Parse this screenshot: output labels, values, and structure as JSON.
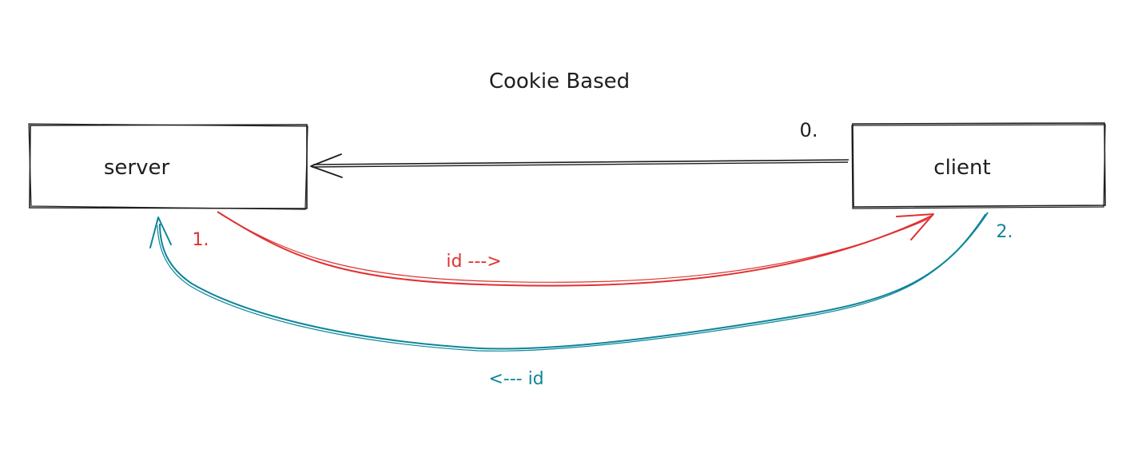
{
  "title": "Cookie Based",
  "nodes": {
    "server": {
      "label": "server"
    },
    "client": {
      "label": "client"
    }
  },
  "steps": {
    "step0": {
      "label": "0.",
      "color": "#1e1e1e"
    },
    "step1": {
      "label": "1.",
      "color": "#e03131",
      "edge_label": "id --->"
    },
    "step2": {
      "label": "2.",
      "color": "#0c8599",
      "edge_label": "<--- id"
    }
  },
  "stroke_color": "#1e1e1e"
}
